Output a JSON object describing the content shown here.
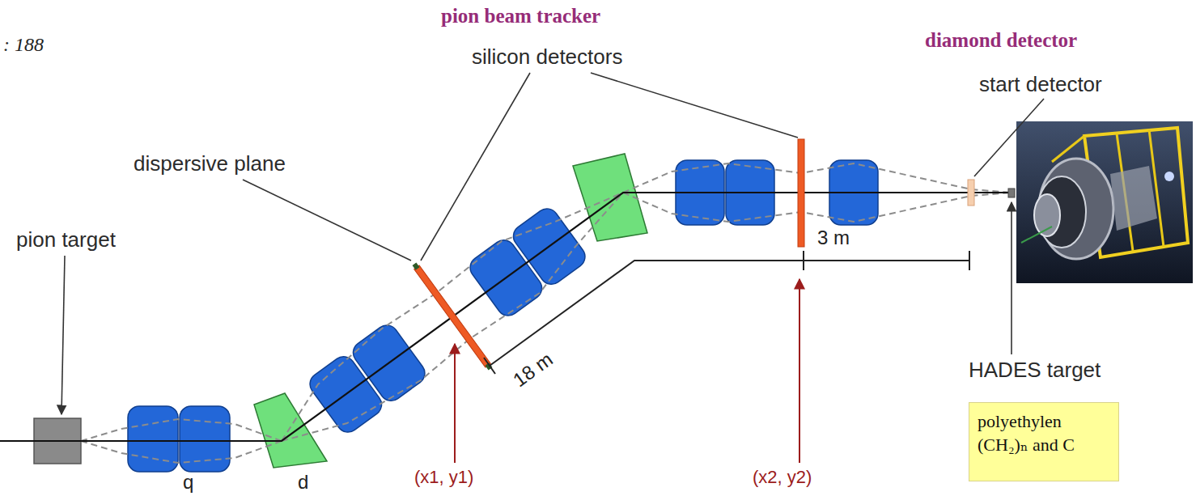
{
  "diagram": {
    "nodes": [
      {
        "text": [
          "polyethylen (CH₂)ₙ and C"
        ]
      }
    ],
    "labels": [
      ": 188",
      "pion beam tracker",
      "diamond detector",
      "silicon detectors",
      "start detector",
      "dispersive plane",
      "pion target",
      "3 m",
      "18 m",
      "HADES target",
      "q",
      "d",
      "(x1, y1)",
      "(x2, y2)"
    ]
  }
}
